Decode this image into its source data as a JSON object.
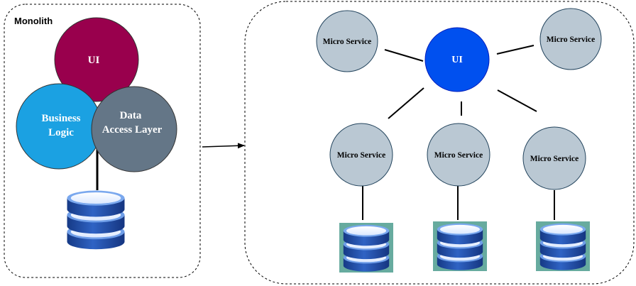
{
  "monolith": {
    "title": "Monolith",
    "ui_label": "UI",
    "business_logic_label": [
      "Business",
      "Logic"
    ],
    "data_access_label": [
      "Data",
      "Access Layer"
    ]
  },
  "microservices": {
    "ui_label": "UI",
    "service_label": "Micro Service"
  },
  "colors": {
    "ui_monolith": "#99004d",
    "business_logic": "#1ba1e2",
    "data_access": "#647687",
    "ui_micro": "#0050ef",
    "service_fill": "#bac8d3",
    "db_backdrop": "#67ab9f",
    "db_dark": "#1c3f8c",
    "db_light": "#5b8ed6"
  }
}
